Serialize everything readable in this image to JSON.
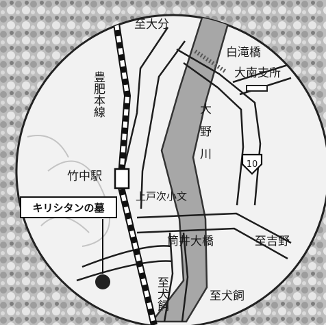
{
  "map": {
    "labels": {
      "to_oita": "至大分",
      "shirataki_bridge": "白滝橋",
      "onan_branch": "大南支所",
      "rail_line": "豊肥本線",
      "river": "大野川",
      "route_number": "10",
      "takenaka_station": "竹中駅",
      "school": "上戸次小文",
      "tsutsui_bridge": "筒井大橋",
      "to_yoshino": "至吉野",
      "to_inukai_rail": "至犬飼",
      "to_inukai_road": "至犬飼",
      "cemetery": "キリシタンの墓"
    }
  }
}
